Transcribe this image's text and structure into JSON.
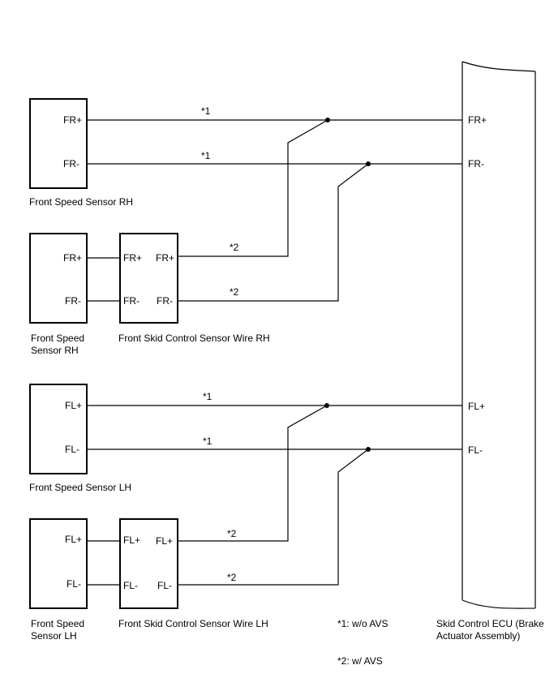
{
  "sections": {
    "rh_sensor_direct": {
      "label": "Front Speed Sensor RH",
      "pins": [
        "FR+",
        "FR-"
      ],
      "wire_notes": [
        "*1",
        "*1"
      ]
    },
    "rh_sensor_via_wire": {
      "sensor_label_line1": "Front Speed",
      "sensor_label_line2": "Sensor RH",
      "sensor_pins": [
        "FR+",
        "FR-"
      ],
      "harness_label": "Front Skid Control Sensor Wire RH",
      "harness_in_pins": [
        "FR+",
        "FR-"
      ],
      "harness_out_pins": [
        "FR+",
        "FR-"
      ],
      "wire_notes": [
        "*2",
        "*2"
      ]
    },
    "lh_sensor_direct": {
      "label": "Front Speed Sensor LH",
      "pins": [
        "FL+",
        "FL-"
      ],
      "wire_notes": [
        "*1",
        "*1"
      ]
    },
    "lh_sensor_via_wire": {
      "sensor_label_line1": "Front Speed",
      "sensor_label_line2": "Sensor LH",
      "sensor_pins": [
        "FL+",
        "FL-"
      ],
      "harness_label": "Front Skid Control Sensor Wire LH",
      "harness_in_pins": [
        "FL+",
        "FL-"
      ],
      "harness_out_pins": [
        "FL+",
        "FL-"
      ],
      "wire_notes": [
        "*2",
        "*2"
      ]
    }
  },
  "ecu": {
    "pins": [
      "FR+",
      "FR-",
      "FL+",
      "FL-"
    ],
    "label_line1": "Skid Control ECU (Brake",
    "label_line2": "Actuator Assembly)"
  },
  "notes": {
    "note1": "*1: w/o AVS",
    "note2": "*2: w/ AVS"
  }
}
